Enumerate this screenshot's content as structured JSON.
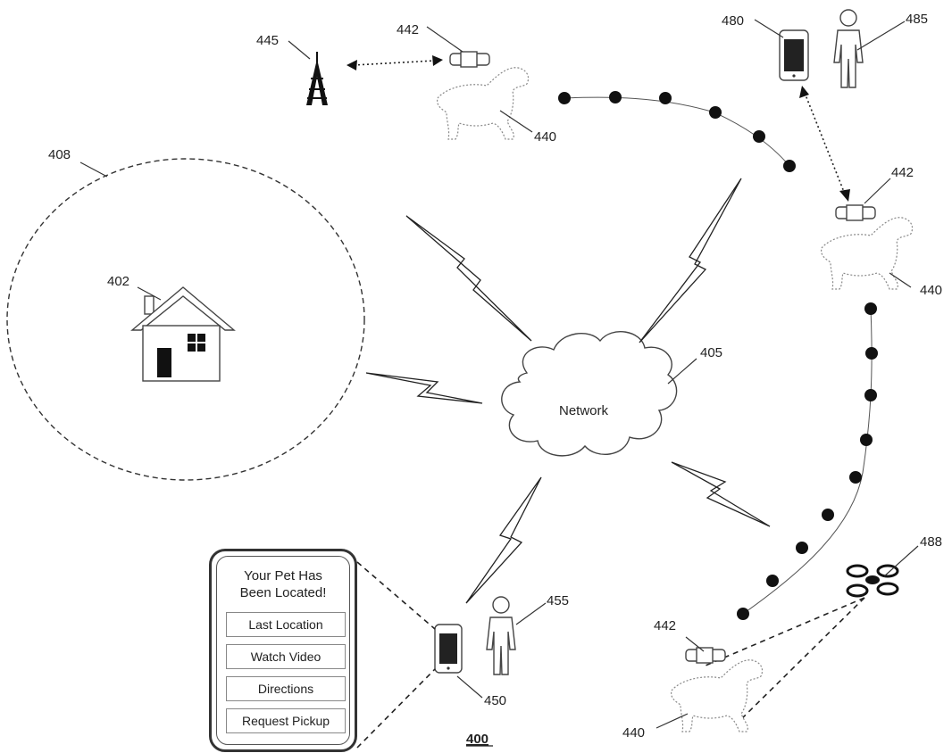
{
  "figure_number": "400",
  "network": {
    "label": "Network",
    "ref": "405"
  },
  "labels": {
    "tower": "445",
    "collar_top": "442",
    "dog_top": "440",
    "phone_owner": "480",
    "person_owner": "485",
    "collar_right": "442",
    "dog_right": "440",
    "geofence": "408",
    "home": "402",
    "drone": "488",
    "person_bottom": "455",
    "phone_bottom": "450",
    "collar_bottom": "442",
    "dog_bottom": "440"
  },
  "phone_screen": {
    "title": "Your Pet Has\nBeen Located!",
    "buttons": [
      "Last Location",
      "Watch Video",
      "Directions",
      "Request Pickup"
    ]
  }
}
